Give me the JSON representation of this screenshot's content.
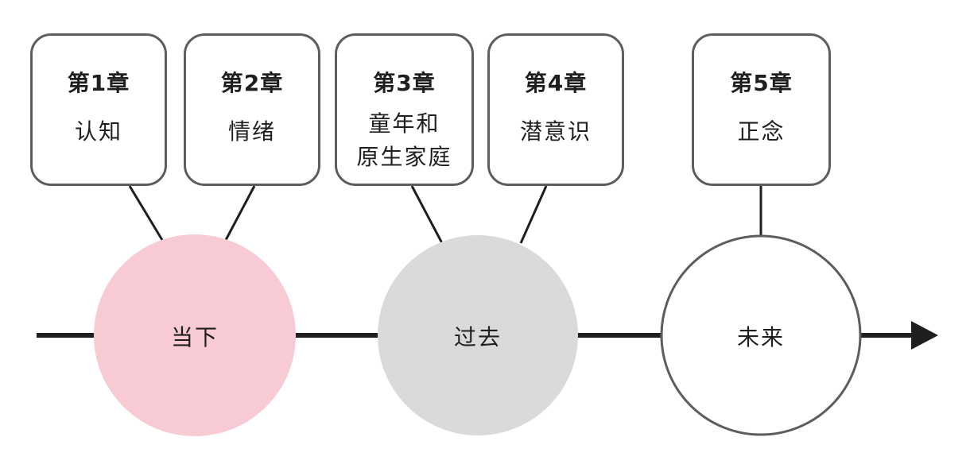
{
  "chapters": [
    {
      "chapter": "第1章",
      "topic": "认知"
    },
    {
      "chapter": "第2章",
      "topic": "情绪"
    },
    {
      "chapter": "第3章",
      "topic": "童年和\n原生家庭"
    },
    {
      "chapter": "第4章",
      "topic": "潜意识"
    },
    {
      "chapter": "第5章",
      "topic": "正念"
    }
  ],
  "periods": [
    {
      "label": "当下",
      "color": "#f7cad4"
    },
    {
      "label": "过去",
      "color": "#d9dadc"
    },
    {
      "label": "未来",
      "color": "#ffffff"
    }
  ],
  "line_color": "#1f1f1f",
  "border_color": "#5d5d5d"
}
